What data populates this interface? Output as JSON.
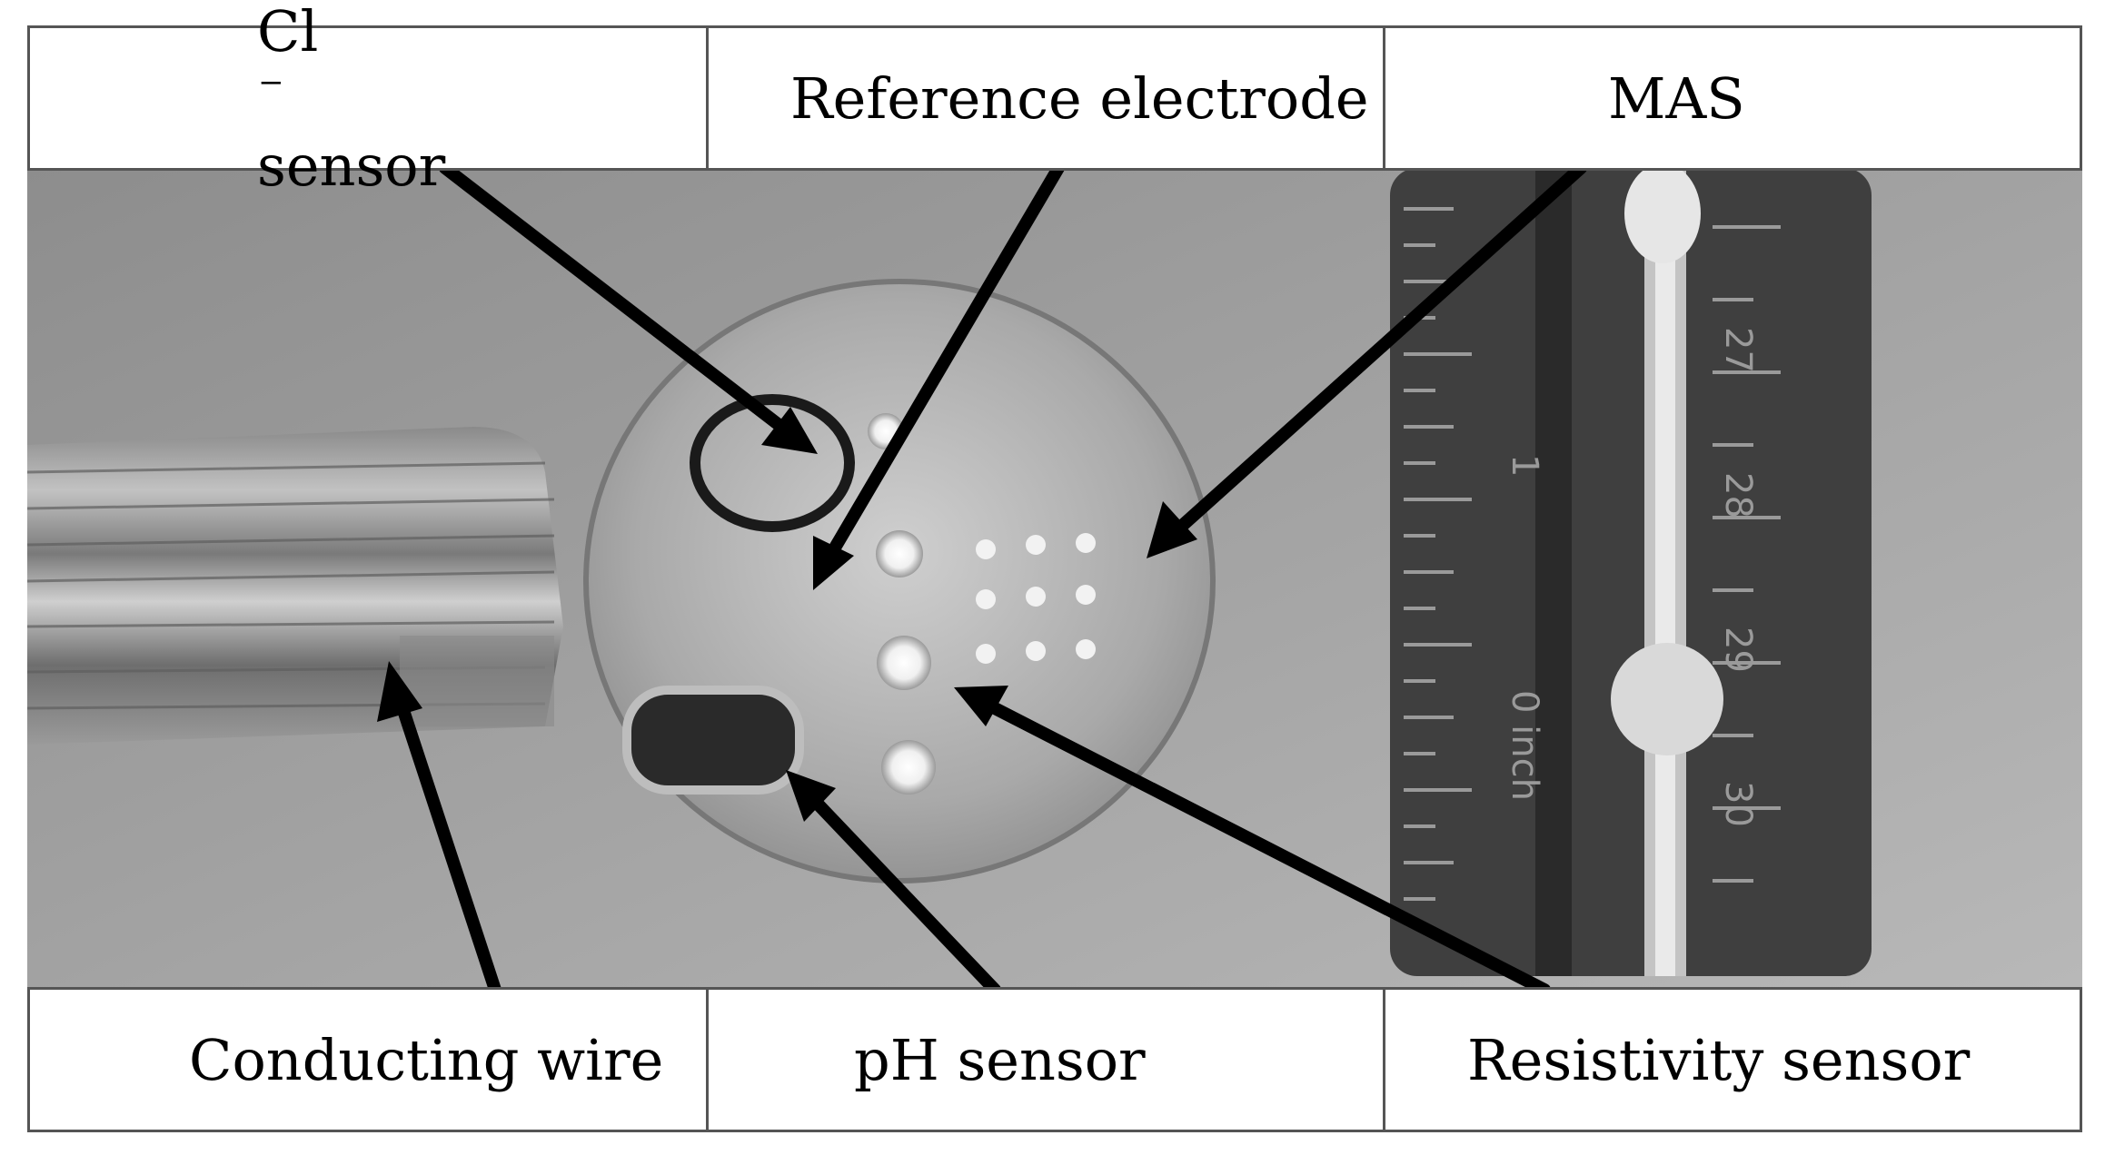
{
  "labels": {
    "top": {
      "cl_sensor_main": "Cl",
      "cl_sensor_superscript": "−",
      "cl_sensor_suffix": " sensor",
      "reference_electrode": "Reference electrode",
      "mas": "MAS"
    },
    "bottom": {
      "conducting_wire": "Conducting wire",
      "ph_sensor": "pH sensor",
      "resistivity_sensor": "Resistivity sensor"
    }
  },
  "ruler": {
    "marks": [
      "27",
      "28",
      "29",
      "30",
      "1",
      "0 inch"
    ]
  },
  "colors": {
    "arrow": "#000000",
    "border": "#555555"
  }
}
